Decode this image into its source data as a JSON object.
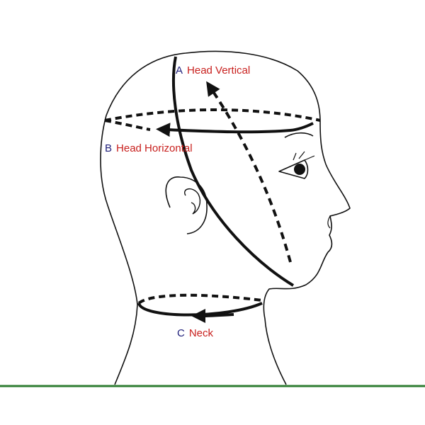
{
  "measurements": [
    {
      "letter": "A",
      "name": "Head Vertical"
    },
    {
      "letter": "B",
      "name": "Head Horizontal"
    },
    {
      "letter": "C",
      "name": "Neck"
    }
  ],
  "colors": {
    "outline": "#111111",
    "letters": "#1f1f7a",
    "names": "#c8201e",
    "ground_line": "#2e7d32"
  }
}
